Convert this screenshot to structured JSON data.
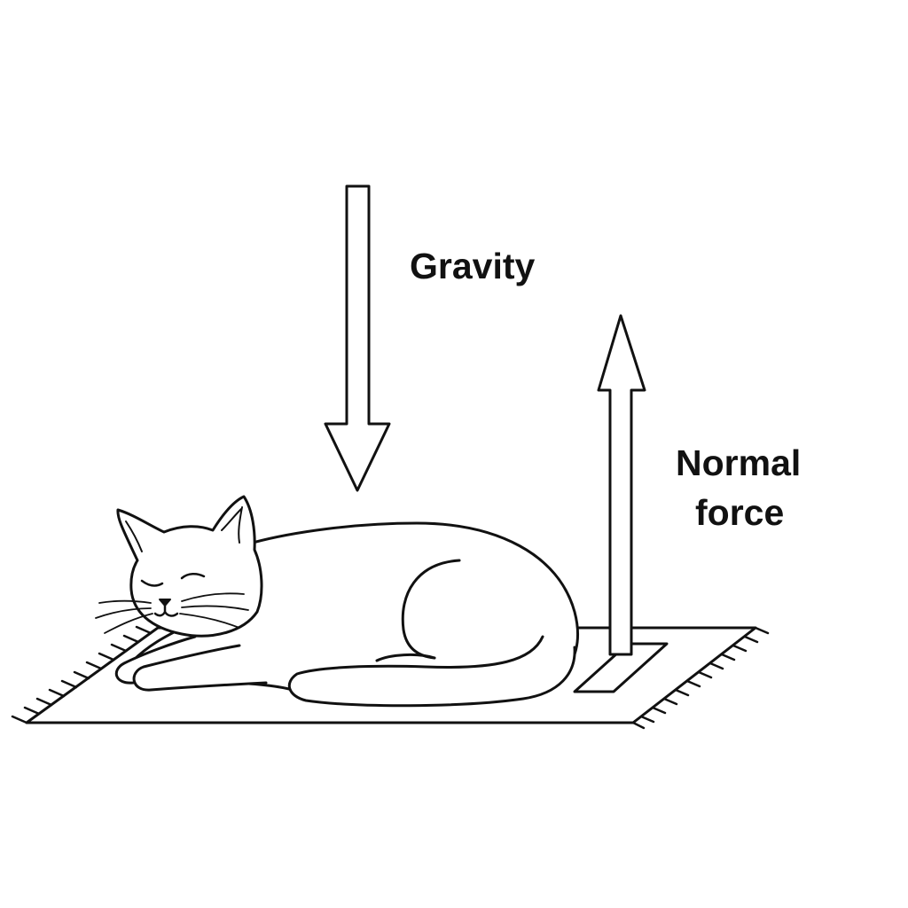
{
  "diagram": {
    "labels": {
      "gravity": "Gravity",
      "normal_line1": "Normal",
      "normal_line2": "force"
    },
    "colors": {
      "stroke": "#111111",
      "fill": "#ffffff",
      "background": "#ffffff"
    }
  }
}
